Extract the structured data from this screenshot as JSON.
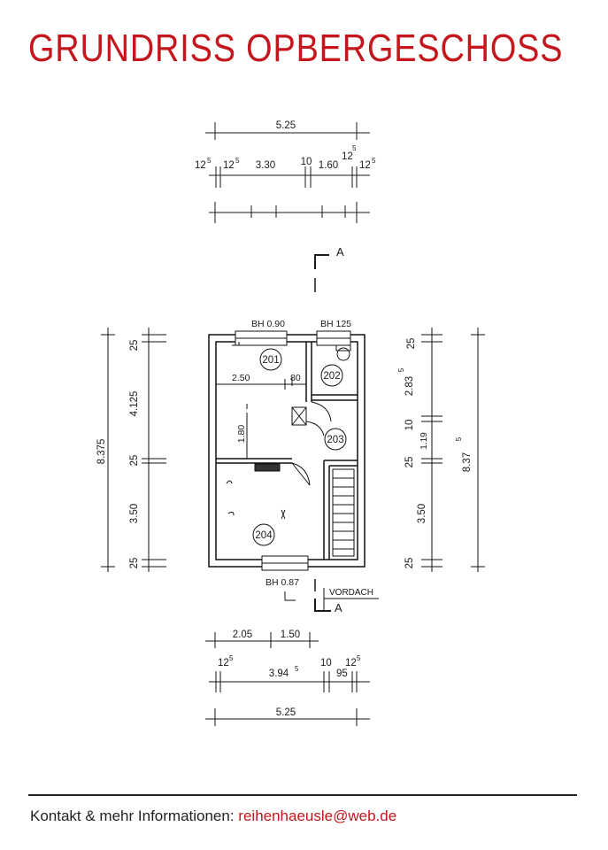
{
  "page": {
    "title": "GRUNDRISS OPBERGESCHOSS",
    "footer": {
      "label": "Kontakt & mehr Informationen:",
      "email": "reihenhaeusle@web.de"
    }
  },
  "plan": {
    "section_marker": "A",
    "rooms": [
      "201",
      "202",
      "203",
      "204"
    ],
    "window_labels": {
      "top_left": "BH 0.90",
      "top_right": "BH 125",
      "bottom": "BH 0.87"
    },
    "canopy_label": "VORDACH",
    "top_dims": {
      "total": "5.25",
      "left_edge": "12",
      "left_edge_sup": "5",
      "left_inner": "12",
      "left_inner_sup": "5",
      "main": "3.30",
      "mid": "10",
      "right_main": "1.60",
      "right_inner": "12",
      "right_inner_sup": "5",
      "right_edge": "12",
      "right_edge_sup": "5"
    },
    "bottom_dims": {
      "a": "2.05",
      "b": "1.50",
      "left_edge": "12",
      "left_edge_sup": "5",
      "main": "3.94",
      "main_sup": "5",
      "mid": "10",
      "right_main": "95",
      "right_edge": "12",
      "right_edge_sup": "5",
      "total": "5.25"
    },
    "left_dims": {
      "total": "8.375",
      "top": "25",
      "upper": "4.125",
      "middle": "25",
      "lower": "3.50",
      "bottom": "25"
    },
    "right_dims": {
      "total": "8.37",
      "total_sup": "5",
      "top": "25",
      "upper": "2.83",
      "upper_sup": "5",
      "mid": "10",
      "stair": "1.19",
      "middle": "25",
      "lower": "3.50",
      "bottom": "25"
    },
    "interior_dims": {
      "room_width": "2.50",
      "door_width": "80",
      "room_height": "1.80"
    }
  }
}
